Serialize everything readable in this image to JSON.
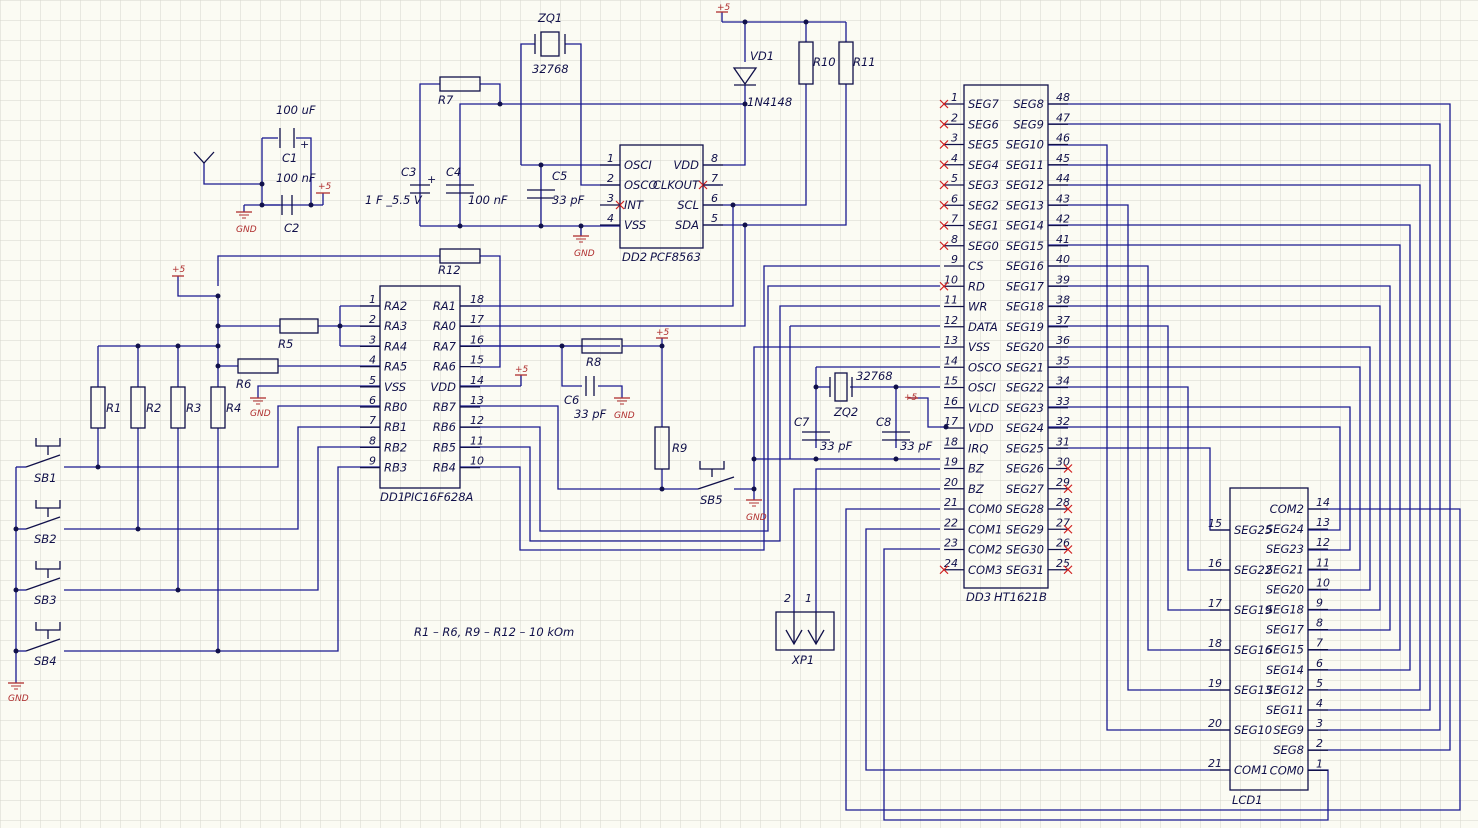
{
  "refs": {
    "C1": "C1",
    "C2": "C2",
    "C3": "C3",
    "C4": "C4",
    "C5": "C5",
    "C6": "C6",
    "C7": "C7",
    "C8": "C8",
    "R1": "R1",
    "R2": "R2",
    "R3": "R3",
    "R4": "R4",
    "R5": "R5",
    "R6": "R6",
    "R7": "R7",
    "R8": "R8",
    "R9": "R9",
    "R10": "R10",
    "R11": "R11",
    "R12": "R12",
    "ZQ1": "ZQ1",
    "ZQ2": "ZQ2",
    "VD1": "VD1",
    "SB1": "SB1",
    "SB2": "SB2",
    "SB3": "SB3",
    "SB4": "SB4",
    "SB5": "SB5",
    "DD1": "DD1",
    "DD2": "DD2",
    "DD3": "DD3",
    "LCD1": "LCD1",
    "XP1": "XP1"
  },
  "values": {
    "c1": "100 uF",
    "c2": "100 nF",
    "c3": "1 F _5.5 V",
    "c4": "100 nF",
    "c5": "33 pF",
    "c6": "33 pF",
    "c7": "33 pF",
    "c8": "33 pF",
    "zq1": "32768",
    "zq2": "32768",
    "vd1": "1N4148",
    "dd1": "PIC16F628A",
    "dd2": "PCF8563",
    "dd3": "HT1621B"
  },
  "power": {
    "plus5": "+5",
    "gnd": "GND"
  },
  "note": "R1 – R6, R9 – R12 – 10 kOm",
  "dd1": {
    "left": [
      [
        "1",
        "RA2"
      ],
      [
        "2",
        "RA3"
      ],
      [
        "3",
        "RA4"
      ],
      [
        "4",
        "RA5"
      ],
      [
        "5",
        "VSS"
      ],
      [
        "6",
        "RB0"
      ],
      [
        "7",
        "RB1"
      ],
      [
        "8",
        "RB2"
      ],
      [
        "9",
        "RB3"
      ]
    ],
    "right": [
      [
        "18",
        "RA1"
      ],
      [
        "17",
        "RA0"
      ],
      [
        "16",
        "RA7"
      ],
      [
        "15",
        "RA6"
      ],
      [
        "14",
        "VDD"
      ],
      [
        "13",
        "RB7"
      ],
      [
        "12",
        "RB6"
      ],
      [
        "11",
        "RB5"
      ],
      [
        "10",
        "RB4"
      ]
    ]
  },
  "dd2": {
    "left": [
      [
        "1",
        "OSCI"
      ],
      [
        "2",
        "OSCO"
      ],
      [
        "3",
        "INT"
      ],
      [
        "4",
        "VSS"
      ]
    ],
    "right": [
      [
        "8",
        "VDD"
      ],
      [
        "7",
        "CLKOUT"
      ],
      [
        "6",
        "SCL"
      ],
      [
        "5",
        "SDA"
      ]
    ]
  },
  "dd3": {
    "left": [
      [
        "1",
        "SEG7"
      ],
      [
        "2",
        "SEG6"
      ],
      [
        "3",
        "SEG5"
      ],
      [
        "4",
        "SEG4"
      ],
      [
        "5",
        "SEG3"
      ],
      [
        "6",
        "SEG2"
      ],
      [
        "7",
        "SEG1"
      ],
      [
        "8",
        "SEG0"
      ],
      [
        "9",
        "CS"
      ],
      [
        "10",
        "RD"
      ],
      [
        "11",
        "WR"
      ],
      [
        "12",
        "DATA"
      ],
      [
        "13",
        "VSS"
      ],
      [
        "14",
        "OSCO"
      ],
      [
        "15",
        "OSCI"
      ],
      [
        "16",
        "VLCD"
      ],
      [
        "17",
        "VDD"
      ],
      [
        "18",
        "IRQ"
      ],
      [
        "19",
        "BZ"
      ],
      [
        "20",
        "BZ"
      ],
      [
        "21",
        "COM0"
      ],
      [
        "22",
        "COM1"
      ],
      [
        "23",
        "COM2"
      ],
      [
        "24",
        "COM3"
      ]
    ],
    "right": [
      [
        "48",
        "SEG8"
      ],
      [
        "47",
        "SEG9"
      ],
      [
        "46",
        "SEG10"
      ],
      [
        "45",
        "SEG11"
      ],
      [
        "44",
        "SEG12"
      ],
      [
        "43",
        "SEG13"
      ],
      [
        "42",
        "SEG14"
      ],
      [
        "41",
        "SEG15"
      ],
      [
        "40",
        "SEG16"
      ],
      [
        "39",
        "SEG17"
      ],
      [
        "38",
        "SEG18"
      ],
      [
        "37",
        "SEG19"
      ],
      [
        "36",
        "SEG20"
      ],
      [
        "35",
        "SEG21"
      ],
      [
        "34",
        "SEG22"
      ],
      [
        "33",
        "SEG23"
      ],
      [
        "32",
        "SEG24"
      ],
      [
        "31",
        "SEG25"
      ],
      [
        "30",
        "SEG26"
      ],
      [
        "29",
        "SEG27"
      ],
      [
        "28",
        "SEG28"
      ],
      [
        "27",
        "SEG29"
      ],
      [
        "26",
        "SEG30"
      ],
      [
        "25",
        "SEG31"
      ]
    ]
  },
  "lcd1": {
    "left": [
      [
        "15",
        "SEG25"
      ],
      [
        "16",
        "SEG22"
      ],
      [
        "17",
        "SEG19"
      ],
      [
        "18",
        "SEG16"
      ],
      [
        "19",
        "SEG13"
      ],
      [
        "20",
        "SEG10"
      ],
      [
        "21",
        "COM1"
      ]
    ],
    "right": [
      [
        "14",
        "COM2"
      ],
      [
        "13",
        "SEG24"
      ],
      [
        "12",
        "SEG23"
      ],
      [
        "11",
        "SEG21"
      ],
      [
        "10",
        "SEG20"
      ],
      [
        "9",
        "SEG18"
      ],
      [
        "8",
        "SEG17"
      ],
      [
        "7",
        "SEG15"
      ],
      [
        "6",
        "SEG14"
      ],
      [
        "5",
        "SEG12"
      ],
      [
        "4",
        "SEG11"
      ],
      [
        "3",
        "SEG9"
      ],
      [
        "2",
        "SEG8"
      ],
      [
        "1",
        "COM0"
      ]
    ]
  },
  "xp1": {
    "pins": [
      "2",
      "1"
    ]
  }
}
